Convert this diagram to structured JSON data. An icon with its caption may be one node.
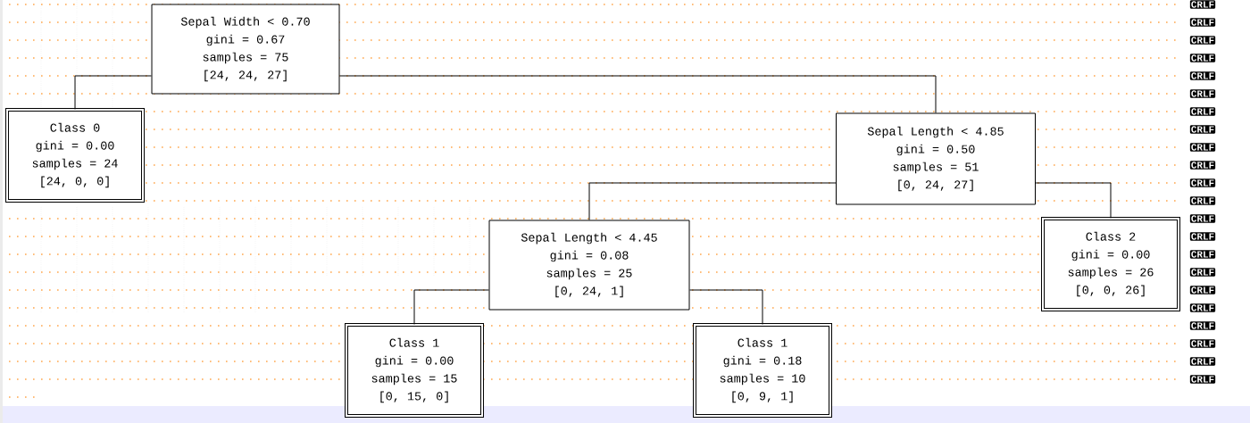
{
  "diagram": {
    "nodes": [
      {
        "text": [
          "Sepal Width < 0.70",
          "gini = 0.67",
          "samples = 75",
          "[24, 24, 27]"
        ]
      },
      {
        "text": [
          "Class 0",
          "gini = 0.00",
          "samples = 24",
          "[24, 0, 0]"
        ]
      },
      {
        "text": [
          "Sepal Length < 4.85",
          "gini = 0.50",
          "samples = 51",
          "[0, 24, 27]"
        ]
      },
      {
        "text": [
          "Sepal Length < 4.45",
          "gini = 0.08",
          "samples = 25",
          "[0, 24, 1]"
        ]
      },
      {
        "text": [
          "Class 2",
          "gini = 0.00",
          "samples = 26",
          "[0, 0, 26]"
        ]
      },
      {
        "text": [
          "Class 1",
          "gini = 0.00",
          "samples = 15",
          "[0, 15, 0]"
        ]
      },
      {
        "text": [
          "Class 1",
          "gini = 0.18",
          "samples = 10",
          "[0, 9, 1]"
        ]
      }
    ],
    "edges": [
      {
        "from": 0,
        "to": 1,
        "arrow": "none"
      },
      {
        "from": 0,
        "to": 2,
        "arrow": "none"
      },
      {
        "from": 2,
        "to": 3,
        "arrow": "none"
      },
      {
        "from": 2,
        "to": 4,
        "arrow": "none"
      },
      {
        "from": 3,
        "to": 5,
        "arrow": "none"
      },
      {
        "from": 3,
        "to": 6,
        "arrow": "none"
      }
    ],
    "labels": [
      "CRLF",
      "CRLF",
      "CRLF",
      "CRLF",
      "CRLF",
      "CRLF",
      "CRLF",
      "CRLF",
      "CRLF",
      "CRLF",
      "CRLF",
      "CRLF",
      "CRLF",
      "CRLF",
      "CRLF",
      "CRLF",
      "CRLF",
      "CRLF",
      "CRLF",
      "CRLF",
      "CRLF",
      "CRLF"
    ]
  }
}
